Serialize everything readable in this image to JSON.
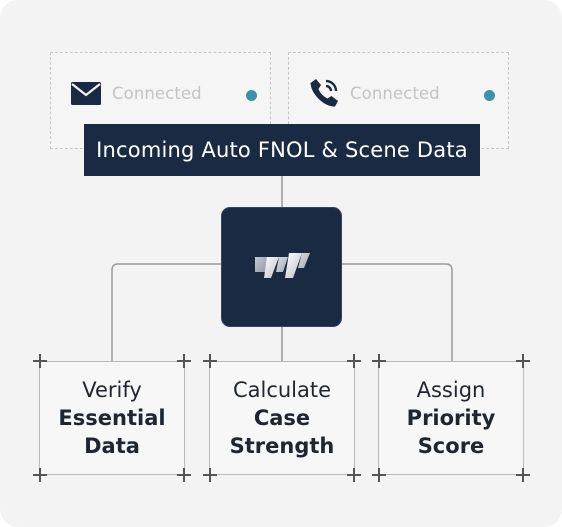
{
  "sources": [
    {
      "icon": "mail-icon",
      "status": "Connected"
    },
    {
      "icon": "phone-icon",
      "status": "Connected"
    }
  ],
  "banner": {
    "title": "Incoming Auto FNOL & Scene Data"
  },
  "hub": {
    "logo": "brand-logo"
  },
  "steps": [
    {
      "line1": "Verify",
      "line2": "Essential",
      "line3": "Data"
    },
    {
      "line1": "Calculate",
      "line2": "Case",
      "line3": "Strength"
    },
    {
      "line1": "Assign",
      "line2": "Priority",
      "line3": "Score"
    }
  ],
  "colors": {
    "navy": "#1b2a43",
    "status_dot": "#3b92ad",
    "background": "#f3f3f3"
  }
}
